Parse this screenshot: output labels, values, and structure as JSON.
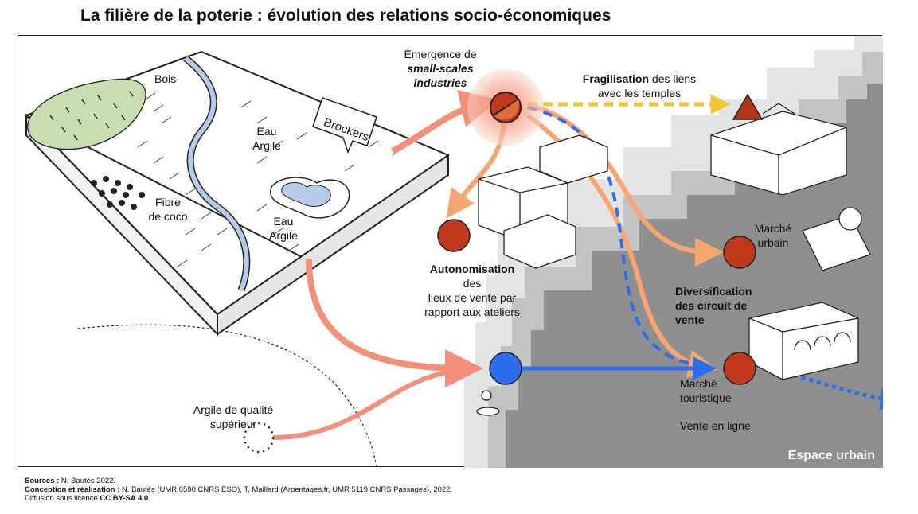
{
  "title": "La filière de la poterie : évolution des relations socio-économiques",
  "colors": {
    "urban_dark": "#8f8f8f",
    "urban_mid": "#c3c3c3",
    "urban_light": "#e4e4e4",
    "arrow_salmon": "#f4907a",
    "arrow_orange": "#f6a66e",
    "arrow_blue": "#2d6ef0",
    "arrow_yellow": "#f2c431",
    "node_red": "#c0391c",
    "temple_red": "#b5371a",
    "wood_green": "#c8ddb0",
    "water_blue": "#b6cbe8"
  },
  "labels": {
    "bois": "Bois",
    "eau_argile_1_a": "Eau",
    "eau_argile_1_b": "Argile",
    "eau_argile_2_a": "Eau",
    "eau_argile_2_b": "Argile",
    "fibre_a": "Fibre",
    "fibre_b": "de coco",
    "brockers": "Brockers",
    "emergence_a": "Émergence de",
    "emergence_b": "small-scales",
    "emergence_c": "industries",
    "fragilisation_bold": "Fragilisation",
    "fragilisation_rest": " des liens",
    "fragilisation_b": "avec les temples",
    "autonomisation_bold": "Autonomisation",
    "autonomisation_b": "des",
    "autonomisation_c": "lieux de vente par",
    "autonomisation_d": "rapport aux ateliers",
    "marche_urbain_a": "Marché",
    "marche_urbain_b": "urbain",
    "diversification_a": "Diversification",
    "diversification_b": "des circuit de",
    "diversification_c": "vente",
    "marche_touristique_a": "Marché",
    "marche_touristique_b": "touristique",
    "vente_en_ligne": "Vente en ligne",
    "argile_qualite_a": "Argile de qualité",
    "argile_qualite_b": "supérieur",
    "espace_urbain": "Espace urbain"
  },
  "footer": {
    "sources_label": "Sources :",
    "sources_value": " N. Bautès 2022.",
    "conception_label": "Conception et réalisation :",
    "conception_value": " N. Bautès (UMR 6590 CNRS ESO), T. Maillard (Arpentages.fr, UMR 5119 CNRS Passages), 2022.",
    "licence_prefix": "Diffusion sous licence ",
    "licence_value": "CC BY-SA 4.0"
  }
}
